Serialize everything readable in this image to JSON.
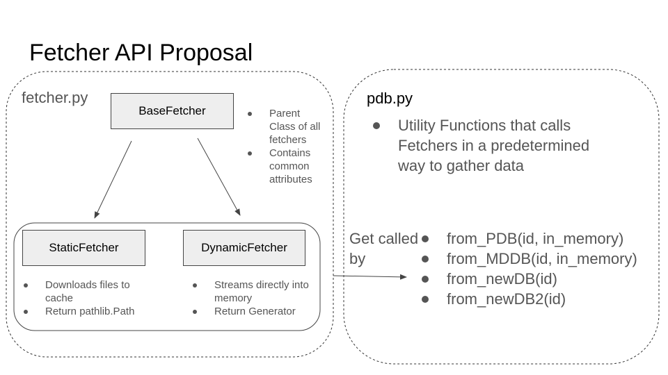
{
  "title": "Fetcher API Proposal",
  "fetcher_file": {
    "label": "fetcher.py",
    "base_class": {
      "name": "BaseFetcher",
      "notes": [
        "Parent Class of all fetchers",
        "Contains common attributes"
      ]
    },
    "static_class": {
      "name": "StaticFetcher",
      "notes": [
        "Downloads files to cache",
        "Return pathlib.Path"
      ]
    },
    "dynamic_class": {
      "name": "DynamicFetcher",
      "notes": [
        "Streams directly into memory",
        "Return Generator"
      ]
    }
  },
  "pdb_file": {
    "label": "pdb.py",
    "description": [
      "Utility Functions that calls Fetchers in a predetermined way to gather data"
    ],
    "called_by_label": "Get called by",
    "functions": [
      "from_PDB(id, in_memory)",
      "from_MDDB(id, in_memory)",
      "from_newDB(id)",
      "from_newDB2(id)"
    ]
  }
}
